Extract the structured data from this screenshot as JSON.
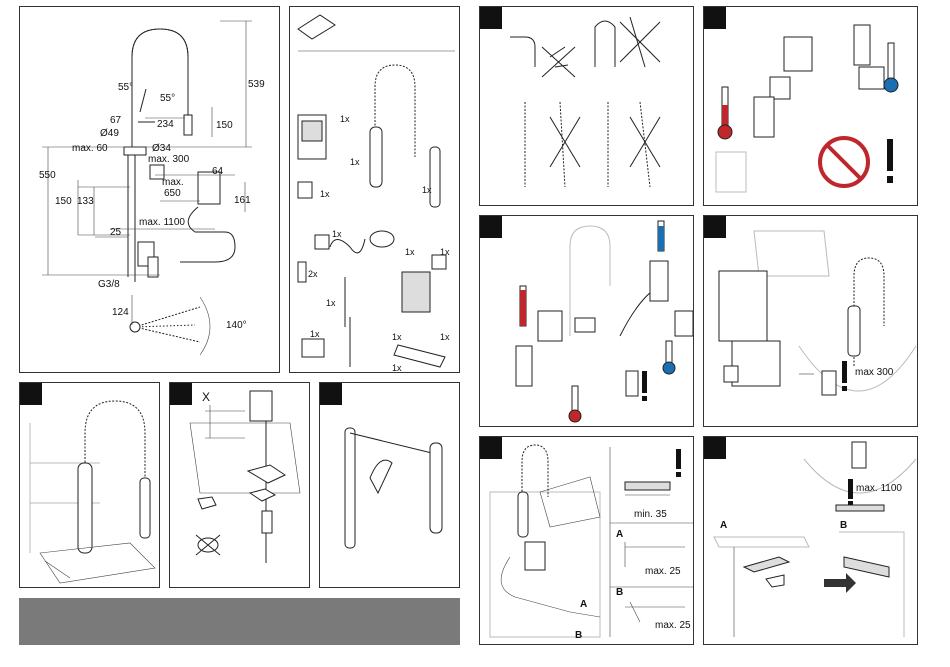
{
  "colors": {
    "hot": "#c0272d",
    "cold": "#1a6fb3",
    "bar": "#7a7a7a",
    "warning": "#c0272d"
  },
  "dims": {
    "h539": "539",
    "a55l": "55°",
    "a55r": "55°",
    "d67": "67",
    "d234": "234",
    "d150t": "150",
    "d49": "Ø49",
    "max60": "max. 60",
    "d34": "Ø34",
    "max300": "max. 300",
    "d64": "64",
    "d550": "550",
    "max650": "max.",
    "v650": "650",
    "d161": "161",
    "d150": "150",
    "d133": "133",
    "max1100": "max. 1100",
    "d25": "25",
    "thread": "G3/8",
    "d124": "124",
    "a140": "140°"
  },
  "scope": {
    "qty": [
      "1x",
      "1x",
      "1x",
      "1x",
      "1x",
      "1x",
      "2x",
      "1x",
      "1x",
      "1x",
      "1x",
      "1x",
      "1x"
    ]
  },
  "install": {
    "x_label": "X",
    "max300": "max 300",
    "min35": "min. 35",
    "A": "A",
    "B": "B",
    "max25a": "max. 25",
    "max25b": "max. 25",
    "max1100": "max. 1100",
    "A2": "A",
    "B2": "B"
  }
}
